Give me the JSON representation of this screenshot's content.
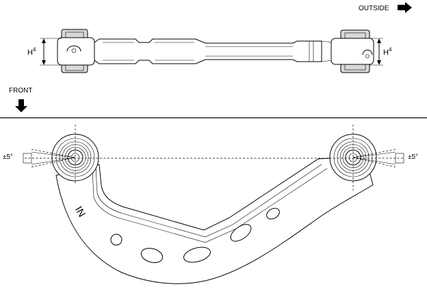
{
  "labels": {
    "outside": "OUTSIDE",
    "front": "FRONT",
    "height_left_main": "H",
    "height_left_sup": "4",
    "height_right_main": "H",
    "height_right_sup": "4",
    "angle_left": "±5°",
    "angle_right": "±5°"
  },
  "icons": {
    "outside_arrow": "arrow-right-icon",
    "front_arrow": "arrow-down-icon"
  },
  "colors": {
    "line": "#000000",
    "background": "#ffffff",
    "shade": "#d8d8d8"
  }
}
